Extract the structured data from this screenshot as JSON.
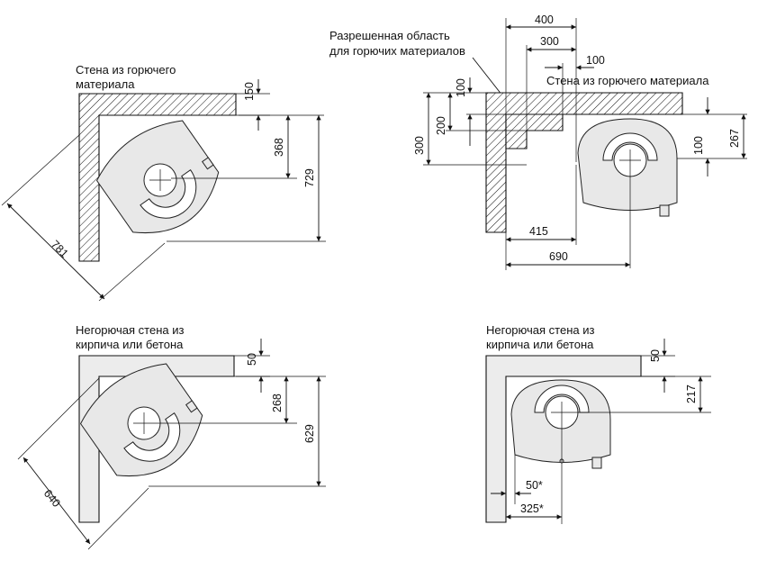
{
  "diagram_1": {
    "wall_label_line1": "Стена из горючего",
    "wall_label_line2": "материала",
    "dim_150": "150",
    "dim_368": "368",
    "dim_729": "729",
    "dim_781": "781"
  },
  "diagram_2": {
    "area_label_line1": "Разрешенная область",
    "area_label_line2": "для горючих материалов",
    "wall_label": "Стена из горючего материала",
    "dim_400": "400",
    "dim_300_top": "300",
    "dim_100_top": "100",
    "dim_100_left": "100",
    "dim_200_left": "200",
    "dim_300_left": "300",
    "dim_100_right": "100",
    "dim_267": "267",
    "dim_415": "415",
    "dim_690": "690"
  },
  "diagram_3": {
    "wall_label_line1": "Негорючая  стена  из",
    "wall_label_line2": "кирпича или бетона",
    "dim_50": "50",
    "dim_268": "268",
    "dim_629": "629",
    "dim_640": "640"
  },
  "diagram_4": {
    "wall_label_line1": "Негорючая  стена  из",
    "wall_label_line2": "кирпича или бетона",
    "dim_50": "50",
    "dim_217": "217",
    "dim_50_star": "50*",
    "dim_325_star": "325*"
  }
}
